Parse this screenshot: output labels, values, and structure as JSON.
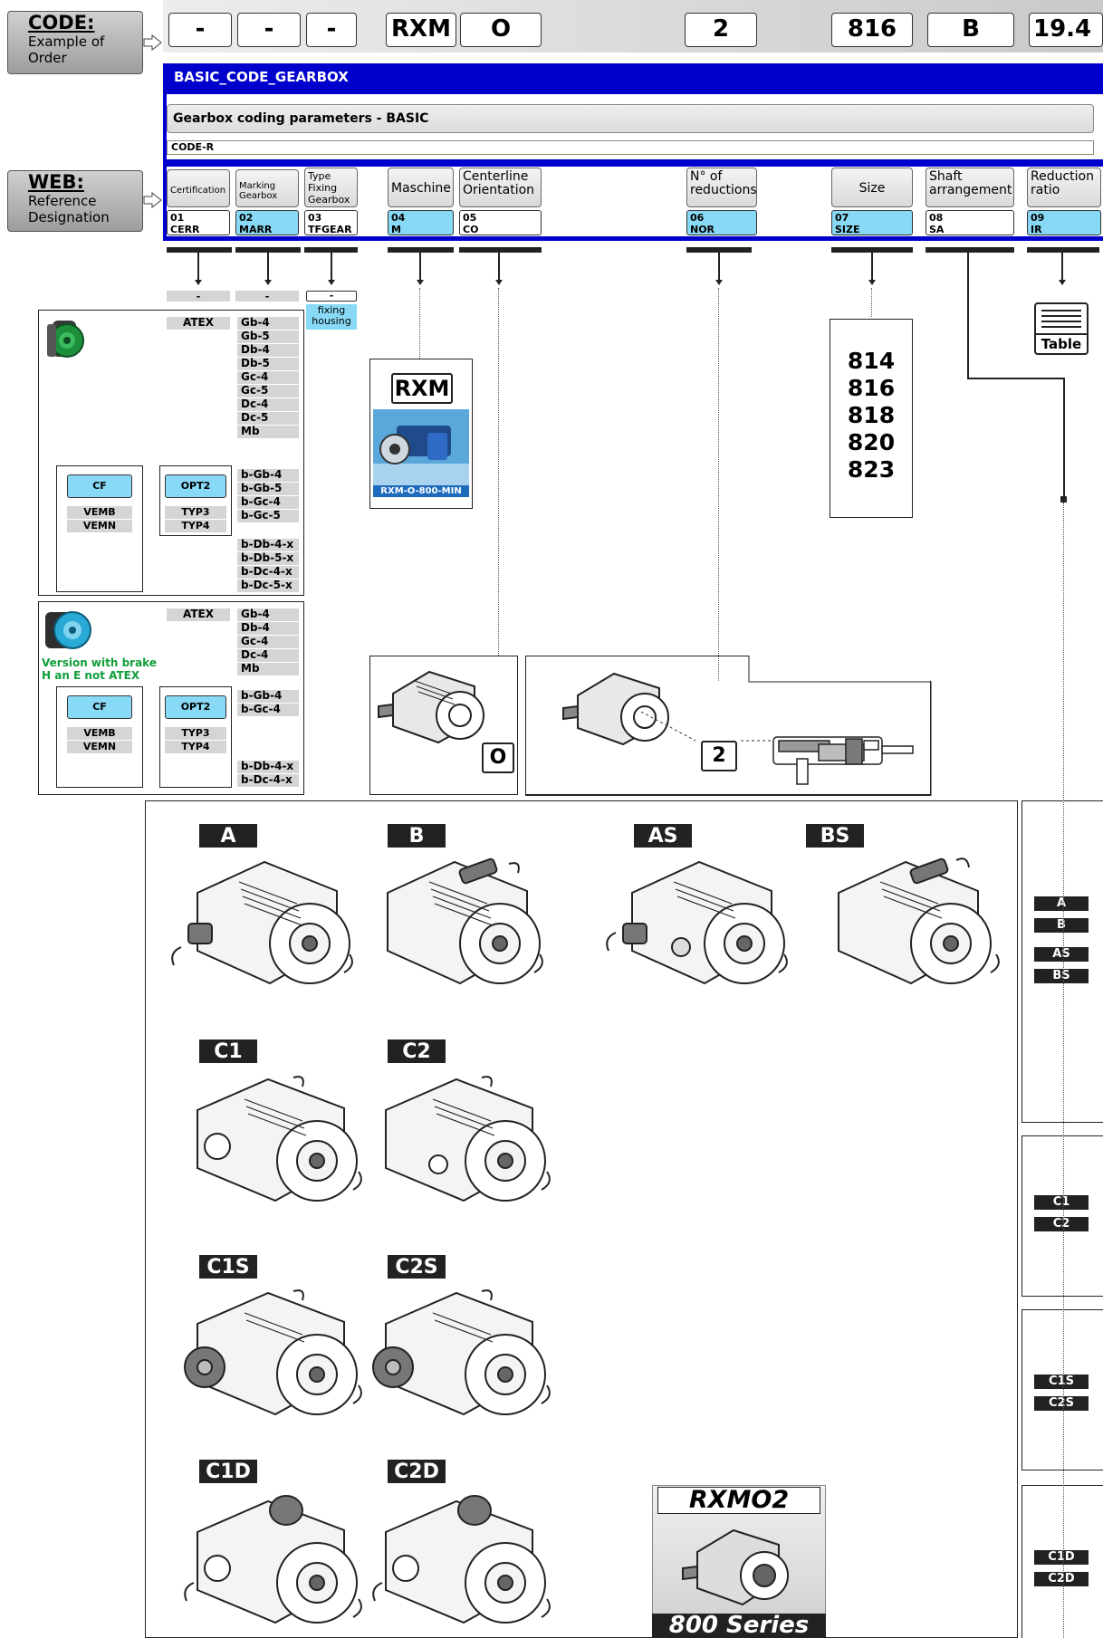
{
  "code_label": {
    "title": "CODE:",
    "subtitle": "Example of Order"
  },
  "web_label": {
    "title": "WEB:",
    "subtitle": "Reference Designation"
  },
  "order_code": [
    "-",
    "-",
    "-",
    "RXM",
    "O",
    "2",
    "816",
    "B",
    "19.4"
  ],
  "basic_code_title": "BASIC_CODE_GEARBOX",
  "coding_panel_title": "Gearbox coding parameters - BASIC",
  "code_r_label": "CODE-R",
  "parameters": [
    {
      "name": "Certification",
      "num": "01",
      "code": "CERR"
    },
    {
      "name": "Marking Gearbox",
      "num": "02",
      "code": "MARR"
    },
    {
      "name": "Type Fixing Gearbox",
      "num": "03",
      "code": "TFGEAR"
    },
    {
      "name": "Maschine",
      "num": "04",
      "code": "M"
    },
    {
      "name": "Centerline Orientation",
      "num": "05",
      "code": "CO"
    },
    {
      "name": "N° of reductions",
      "num": "06",
      "code": "NOR"
    },
    {
      "name": "Size",
      "num": "07",
      "code": "SIZE"
    },
    {
      "name": "Shaft arrangement",
      "num": "08",
      "code": "SA"
    },
    {
      "name": "Reduction ratio",
      "num": "09",
      "code": "IR"
    }
  ],
  "dash_chips": [
    "-",
    "-",
    "-"
  ],
  "fixing_housing": "fixing housing",
  "atex_label": "ATEX",
  "atex_label_2": "ATEX",
  "marking_list_1": [
    "Gb-4",
    "Gb-5",
    "Db-4",
    "Db-5",
    "Gc-4",
    "Gc-5",
    "Dc-4",
    "Dc-5",
    "Mb"
  ],
  "marking_list_b1": [
    "b-Gb-4",
    "b-Gb-5",
    "b-Gc-4",
    "b-Gc-5"
  ],
  "marking_list_b1x": [
    "b-Db-4-x",
    "b-Db-5-x",
    "b-Dc-4-x",
    "b-Dc-5-x"
  ],
  "marking_list_2": [
    "Gb-4",
    "Db-4",
    "Gc-4",
    "Dc-4",
    "Mb"
  ],
  "marking_list_b2": [
    "b-Gb-4",
    "b-Gc-4"
  ],
  "marking_list_b2x": [
    "b-Db-4-x",
    "b-Dc-4-x"
  ],
  "cf_label": "CF",
  "opt2_label": "OPT2",
  "cf_items": [
    "VEMB",
    "VEMN"
  ],
  "opt2_items": [
    "TYP3",
    "TYP4"
  ],
  "brake_note": [
    "Version with brake",
    "H an E not ATEX"
  ],
  "machine_tag": "RXM",
  "machine_caption": "RXM-O-800-MIN",
  "sizes": [
    "814",
    "816",
    "818",
    "820",
    "823"
  ],
  "table_label": "Table",
  "orientation_value": "O",
  "reductions_value": "2",
  "arrangements": [
    "A",
    "B",
    "AS",
    "BS",
    "C1",
    "C2",
    "C1S",
    "C2S",
    "C1D",
    "C2D"
  ],
  "side_groups": [
    [
      "A",
      "B",
      "AS",
      "BS"
    ],
    [
      "C1",
      "C2"
    ],
    [
      "C1S",
      "C2S"
    ],
    [
      "C1D",
      "C2D"
    ]
  ],
  "series_card": {
    "title": "RXMO2",
    "footer": "800 Series"
  },
  "colors": {
    "blue": "#0000cc",
    "cyan": "#88d9f5",
    "green": "#109e3a",
    "grey": "#d5d5d5"
  }
}
